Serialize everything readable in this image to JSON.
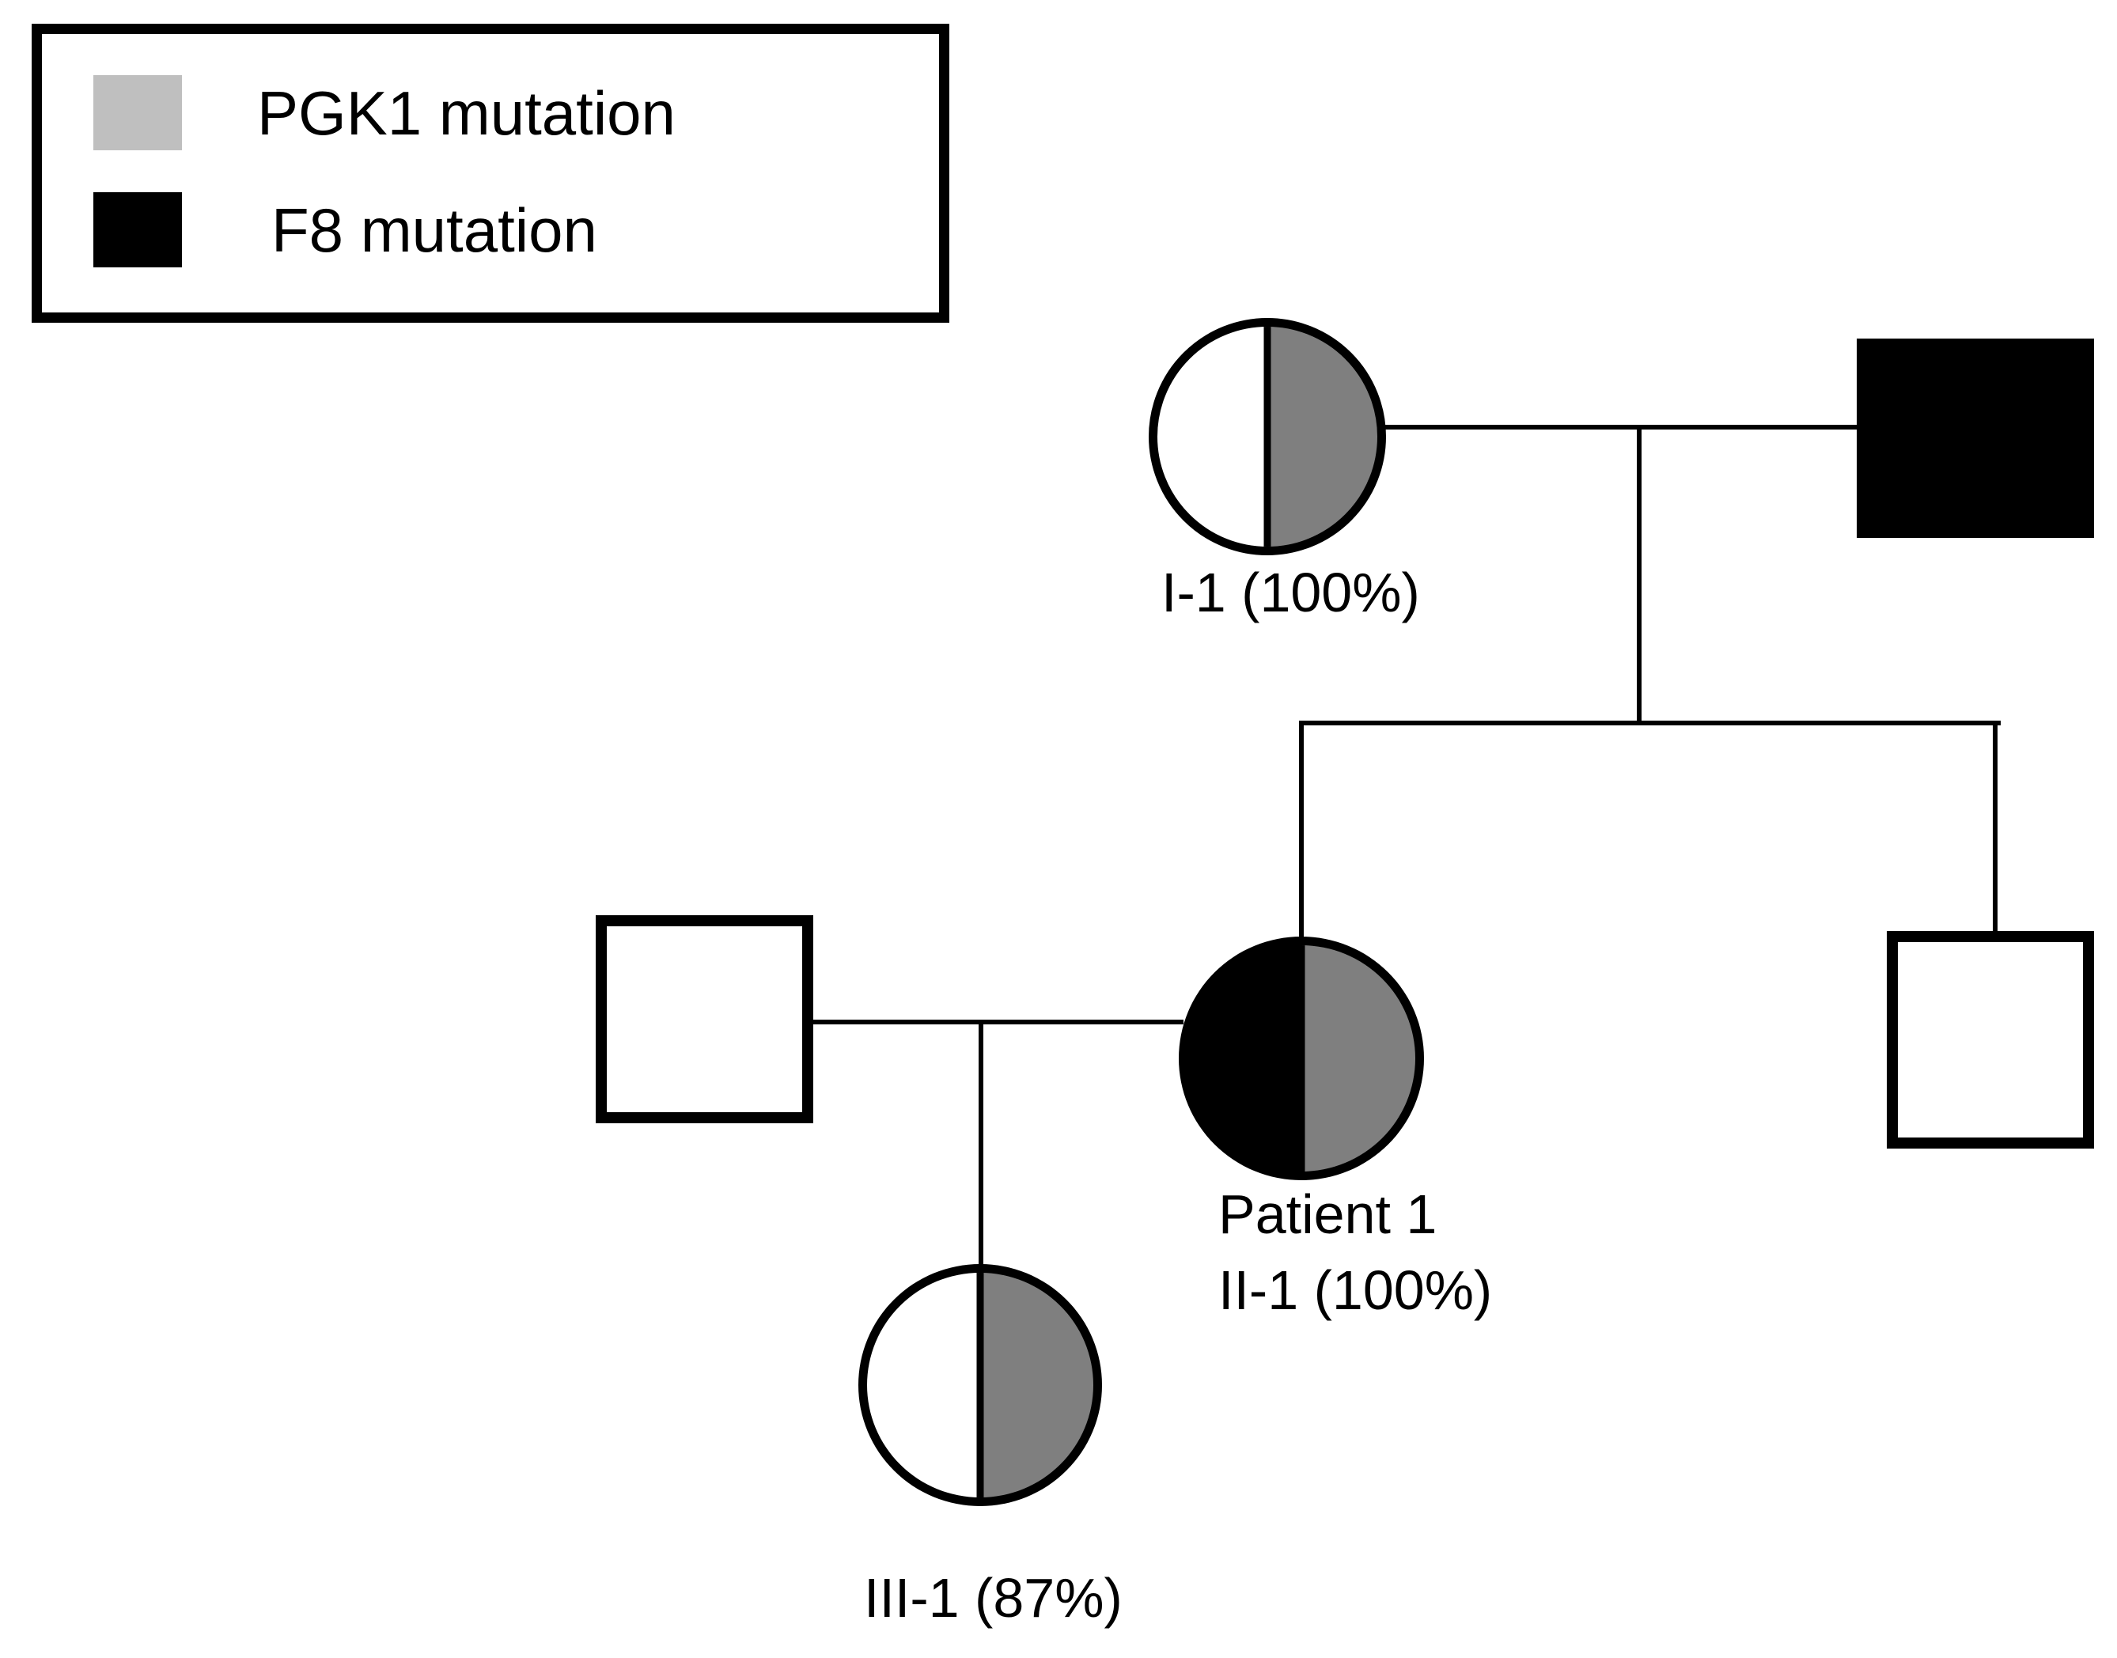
{
  "legend": {
    "items": [
      {
        "id": "pgk1",
        "label": "PGK1 mutation",
        "swatch_color": "#bfbfbf"
      },
      {
        "id": "f8",
        "label": "F8 mutation",
        "swatch_color": "#000000"
      }
    ]
  },
  "pedigree": {
    "colors": {
      "pgk1_mutation_half": "#7f7f7f",
      "f8_mutation_fill": "#000000",
      "unaffected_fill": "#ffffff",
      "outline": "#000000"
    },
    "individuals": [
      {
        "id": "I-1",
        "symbol": "circle-female",
        "left_half": "white-unaffected",
        "right_half": "gray-PGK1-mutation",
        "label": "I-1 (100%)"
      },
      {
        "id": "I-2",
        "symbol": "square-male",
        "fill": "black-F8-mutation",
        "label": ""
      },
      {
        "id": "II-1",
        "symbol": "circle-female",
        "left_half": "black-F8-mutation",
        "right_half": "gray-PGK1-mutation",
        "label_line1": "Patient 1",
        "label_line2": "II-1 (100%)"
      },
      {
        "id": "II-1-spouse",
        "symbol": "square-male",
        "fill": "white-unaffected",
        "label": ""
      },
      {
        "id": "II-2",
        "symbol": "square-male",
        "fill": "white-unaffected",
        "label": ""
      },
      {
        "id": "III-1",
        "symbol": "circle-female",
        "left_half": "white-unaffected",
        "right_half": "gray-PGK1-mutation",
        "label": "III-1 (87%)"
      }
    ]
  }
}
